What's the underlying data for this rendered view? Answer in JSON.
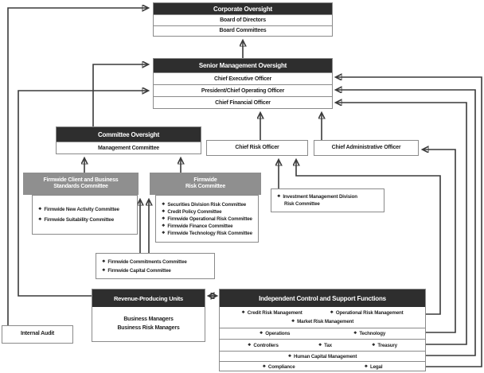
{
  "icons": {
    "diamond_bullet": "❖"
  },
  "colors": {
    "header_dark": "#2e2e2e",
    "header_gray": "#8f8f8f",
    "box_border": "#8a8a8a",
    "connector": "#3a3a3a",
    "background": "#ffffff"
  },
  "corporate_oversight": {
    "title": "Corporate Oversight",
    "rows": [
      "Board of Directors",
      "Board Committees"
    ]
  },
  "senior_management": {
    "title": "Senior Management Oversight",
    "rows": [
      "Chief Executive Officer",
      "President/Chief Operating Officer",
      "Chief Financial Officer"
    ]
  },
  "committee_oversight": {
    "title": "Committee Oversight",
    "rows": [
      "Management Committee"
    ]
  },
  "officers": {
    "chief_risk": "Chief Risk Officer",
    "chief_admin": "Chief Administrative Officer"
  },
  "firmwide_client": {
    "title_line1": "Firmwide Client and Business",
    "title_line2": "Standards Committee",
    "items": [
      "Firmwide New Activity Committee",
      "Firmwide Suitability Committee"
    ]
  },
  "firmwide_risk": {
    "title_line1": "Firmwide",
    "title_line2": "Risk Committee",
    "items": [
      "Securities Division Risk Committee",
      "Credit Policy Committee",
      "Firmwide Operational Risk Committee",
      "Firmwide Finance Committee",
      "Firmwide Technology Risk Committee"
    ]
  },
  "investment_mgmt": {
    "line1": "Investment Management Division",
    "line2": "Risk Committee"
  },
  "firmwide_commitments": {
    "items": [
      "Firmwide Commitments Committee",
      "Firmwide Capital Committee"
    ]
  },
  "revenue_units": {
    "title": "Revenue-Producing Units",
    "rows": [
      "Business Managers",
      "Business Risk Managers"
    ]
  },
  "independent_control": {
    "title": "Independent Control and Support Functions",
    "sections": [
      [
        [
          "Credit Risk Management",
          "Operational Risk Management"
        ],
        [
          "Market Risk Management"
        ]
      ],
      [
        [
          "Operations",
          "Technology"
        ]
      ],
      [
        [
          "Controllers",
          "Tax",
          "Treasury"
        ]
      ],
      [
        [
          "Human Capital Management"
        ]
      ],
      [
        [
          "Compliance",
          "Legal"
        ]
      ]
    ]
  },
  "internal_audit": {
    "title": "Internal Audit"
  }
}
